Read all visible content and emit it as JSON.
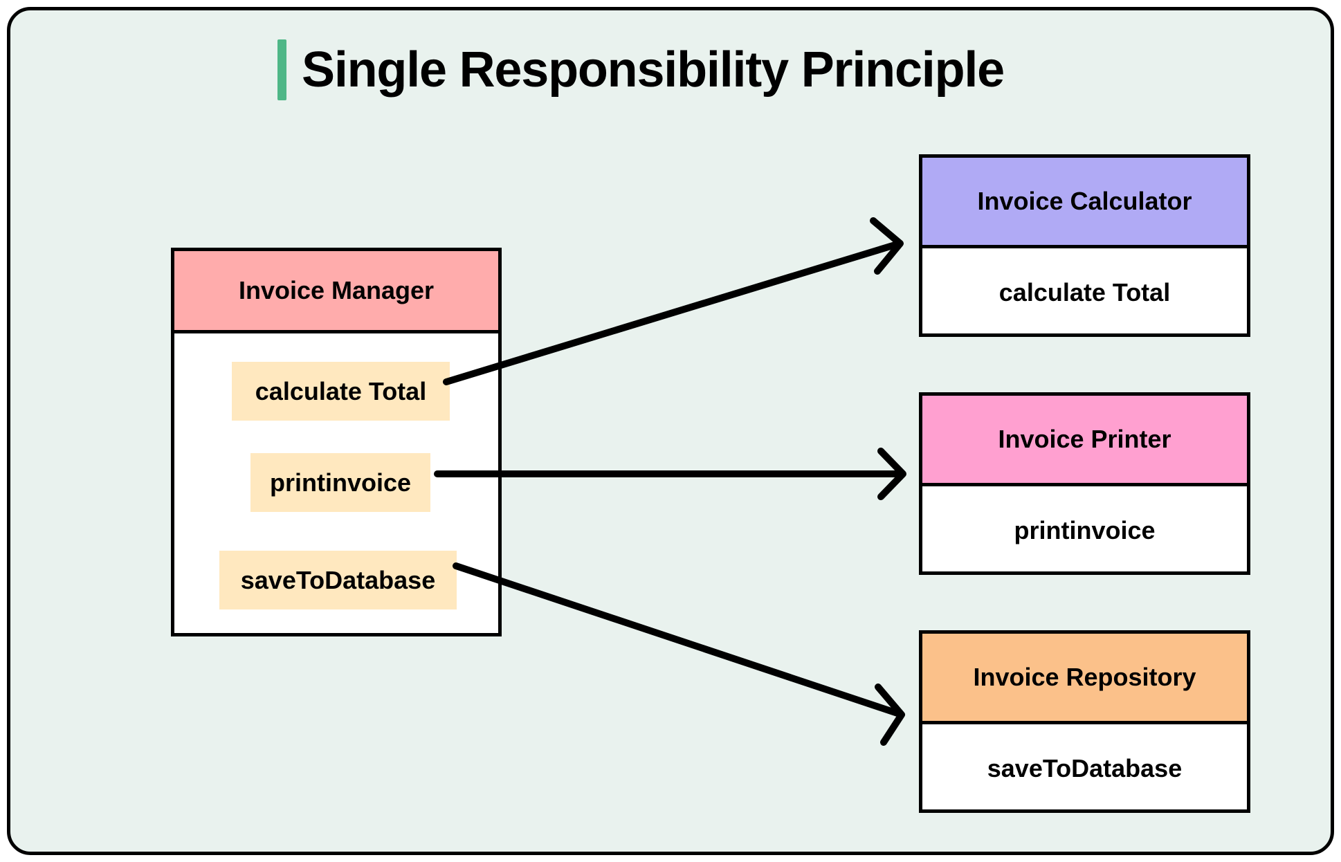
{
  "page": {
    "title": "Single Responsibility Principle",
    "background_color": "#e9f2ee",
    "border_color": "#000000",
    "accent_color": "#4fb787"
  },
  "source_class": {
    "name": "Invoice Manager",
    "header_color": "#ffacac",
    "body_color": "#ffffff",
    "methods": [
      {
        "label": "calculate Total",
        "chip_color": "#ffe8bf"
      },
      {
        "label": "printinvoice",
        "chip_color": "#ffe8bf"
      },
      {
        "label": "saveToDatabase",
        "chip_color": "#ffe8bf"
      }
    ]
  },
  "target_classes": [
    {
      "name": "Invoice Calculator",
      "method": "calculate Total",
      "header_color": "#b0aaf5",
      "body_color": "#ffffff"
    },
    {
      "name": "Invoice Printer",
      "method": "printinvoice",
      "header_color": "#ffa0d0",
      "body_color": "#ffffff"
    },
    {
      "name": "Invoice Repository",
      "method": "saveToDatabase",
      "header_color": "#fbc18a",
      "body_color": "#ffffff"
    }
  ],
  "arrows": [
    {
      "from": "calculate Total",
      "to": "Invoice Calculator",
      "color": "#000000"
    },
    {
      "from": "printinvoice",
      "to": "Invoice Printer",
      "color": "#000000"
    },
    {
      "from": "saveToDatabase",
      "to": "Invoice Repository",
      "color": "#000000"
    }
  ]
}
